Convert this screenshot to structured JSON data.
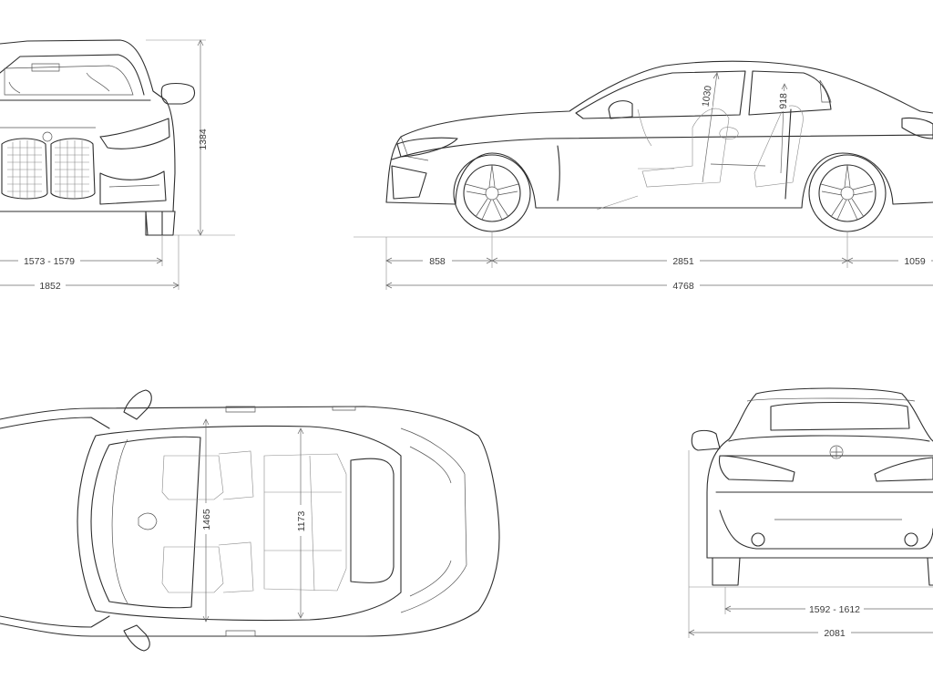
{
  "front_view": {
    "height": "1384",
    "track": "1573 - 1579",
    "width": "1852"
  },
  "side_view": {
    "front_headroom": "1030",
    "rear_headroom": "918",
    "front_overhang": "858",
    "wheelbase": "2851",
    "rear_overhang": "1059",
    "length": "4768"
  },
  "top_view": {
    "front_shoulder_width": "1465",
    "rear_shoulder_width": "1173"
  },
  "rear_view": {
    "track": "1592 - 1612",
    "width_with_mirrors": "2081"
  },
  "colors": {
    "line": "#2e2e2e",
    "dimension": "#6a6a6a",
    "background": "#ffffff"
  }
}
